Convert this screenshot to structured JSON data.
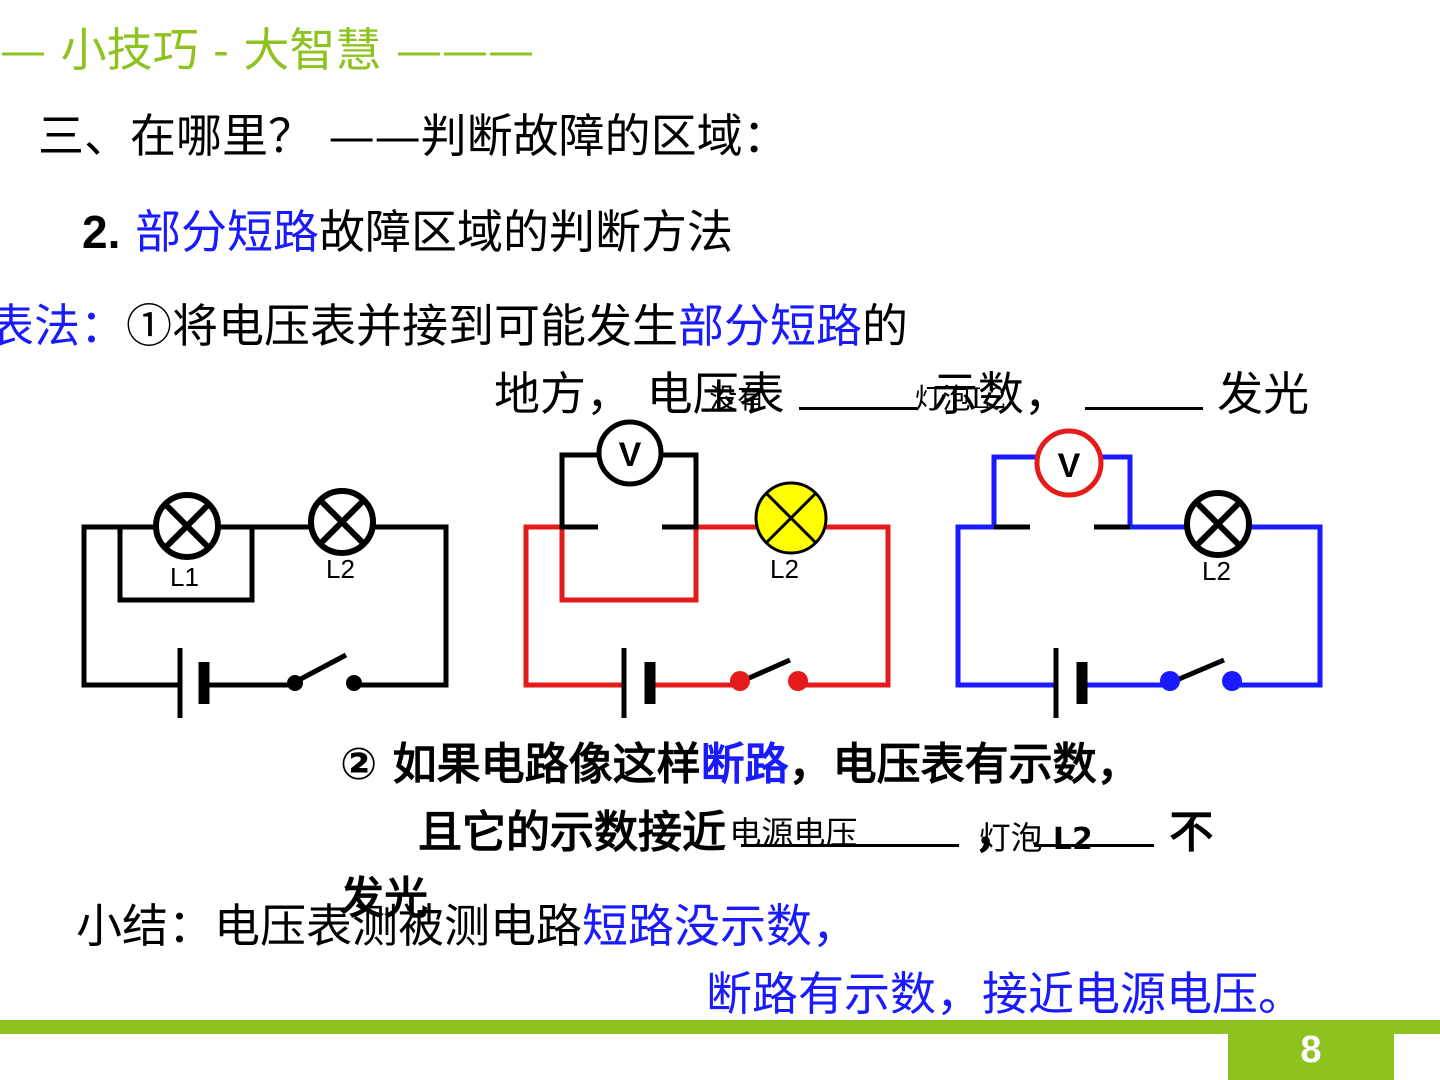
{
  "header": {
    "title": "— 小技巧 - 大智慧 ———"
  },
  "section": {
    "heading": "三、在哪里？ ——判断故障的区域："
  },
  "subheading": {
    "number": "2.",
    "highlight": "部分短路",
    "rest": "故障区域的判断方法"
  },
  "method": {
    "label": "表法：",
    "step1_a": "①将电压表并接到可能发生",
    "step1_highlight": "部分短路",
    "step1_b": "的",
    "step1_c1": "地方，  电压表",
    "answer1": "没有",
    "step1_c2": "示数，",
    "answer2": "灯泡L2",
    "step1_c3": "发光"
  },
  "circuits": {
    "c1": {
      "lamp1": "L1",
      "lamp2": "L2"
    },
    "c2": {
      "meter": "V",
      "lamp2": "L2"
    },
    "c3": {
      "meter": "V",
      "lamp2": "L2"
    }
  },
  "step2": {
    "a": "② 如果电路像这样",
    "highlight": "断路",
    "b": "，电压表有示数，",
    "c": "且它的示数接近",
    "answer1": "电源电压",
    "d": "，",
    "answer2_text": "灯泡",
    "answer2_bold": "L2",
    "e": "不",
    "f": "发光"
  },
  "summary": {
    "label": "小结：电压表测被测电路",
    "highlight1": "短路没示数，",
    "highlight2": "断路有示数，接近电源电压。"
  },
  "footer": {
    "page": "8"
  },
  "colors": {
    "accent_green": "#8dc21f",
    "highlight_blue": "#1a1aff",
    "wire_red": "#e51a1a",
    "wire_blue": "#1a1aff",
    "lamp_lit": "#ffff00"
  }
}
